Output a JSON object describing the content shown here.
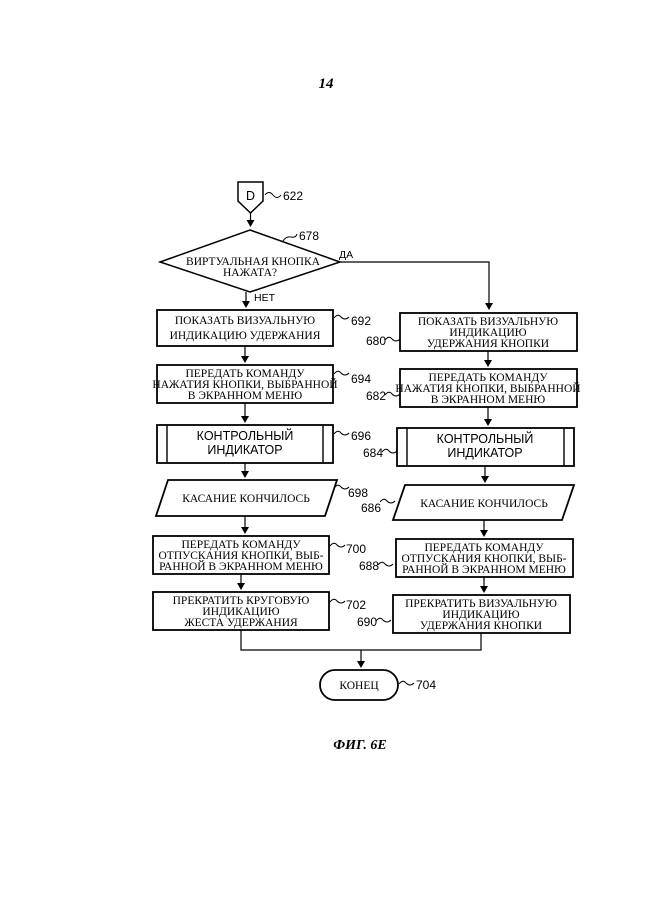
{
  "page": {
    "number": "14"
  },
  "figure": {
    "caption": "ФИГ. 6E"
  },
  "connector": {
    "label": "D",
    "ref": "622"
  },
  "decision": {
    "line1": "ВИРТУАЛЬНАЯ КНОПКА",
    "line2": "НАЖАТА?",
    "ref": "678",
    "yes_label": "ДА",
    "no_label": "НЕТ"
  },
  "left_column": {
    "show_hold": {
      "lines": [
        "ПОКАЗАТЬ ВИЗУАЛЬНУЮ",
        "ИНДИКАЦИЮ УДЕРЖАНИЯ"
      ],
      "ref": "692"
    },
    "send_press": {
      "lines": [
        "ПЕРЕДАТЬ КОМАНДУ",
        "НАЖАТИЯ КНОПКИ, ВЫБРАННОЙ",
        "В ЭКРАННОМ МЕНЮ"
      ],
      "ref": "694"
    },
    "monitor": {
      "lines": [
        "КОНТРОЛЬНЫЙ",
        "ИНДИКАТОР"
      ],
      "ref": "696"
    },
    "touch_end": {
      "text": "КАСАНИЕ КОНЧИЛОСЬ",
      "ref": "698"
    },
    "send_release": {
      "lines": [
        "ПЕРЕДАТЬ КОМАНДУ",
        "ОТПУСКАНИЯ КНОПКИ, ВЫБ-",
        "РАННОЙ В ЭКРАННОМ МЕНЮ"
      ],
      "ref": "700"
    },
    "stop": {
      "lines": [
        "ПРЕКРАТИТЬ КРУГОВУЮ",
        "ИНДИКАЦИЮ",
        "ЖЕСТА УДЕРЖАНИЯ"
      ],
      "ref": "702"
    }
  },
  "right_column": {
    "show_hold": {
      "lines": [
        "ПОКАЗАТЬ ВИЗУАЛЬНУЮ",
        "ИНДИКАЦИЮ",
        "УДЕРЖАНИЯ КНОПКИ"
      ],
      "ref": "680"
    },
    "send_press": {
      "lines": [
        "ПЕРЕДАТЬ КОМАНДУ",
        "НАЖАТИЯ КНОПКИ, ВЫБРАННОЙ",
        "В ЭКРАННОМ МЕНЮ"
      ],
      "ref": "682"
    },
    "monitor": {
      "lines": [
        "КОНТРОЛЬНЫЙ",
        "ИНДИКАТОР"
      ],
      "ref": "684"
    },
    "touch_end": {
      "text": "КАСАНИЕ КОНЧИЛОСЬ",
      "ref": "686"
    },
    "send_release": {
      "lines": [
        "ПЕРЕДАТЬ КОМАНДУ",
        "ОТПУСКАНИЯ КНОПКИ, ВЫБ-",
        "РАННОЙ В ЭКРАННОМ МЕНЮ"
      ],
      "ref": "688"
    },
    "stop": {
      "lines": [
        "ПРЕКРАТИТЬ ВИЗУАЛЬНУЮ",
        "ИНДИКАЦИЮ",
        "УДЕРЖАНИЯ КНОПКИ"
      ],
      "ref": "690"
    }
  },
  "end": {
    "text": "КОНЕЦ",
    "ref": "704"
  }
}
